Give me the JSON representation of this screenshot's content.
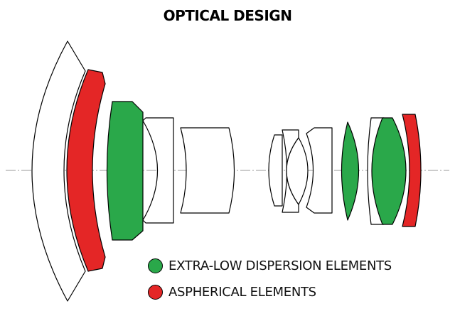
{
  "title": "OPTICAL DESIGN",
  "colors": {
    "extra_low_dispersion": "#2aa84a",
    "aspherical": "#e42626",
    "outline": "#000000",
    "axis": "#9a9a9a"
  },
  "legend": [
    {
      "label": "EXTRA-LOW DISPERSION ELEMENTS",
      "color_key": "extra_low_dispersion"
    },
    {
      "label": "ASPHERICAL ELEMENTS",
      "color_key": "aspherical"
    }
  ]
}
